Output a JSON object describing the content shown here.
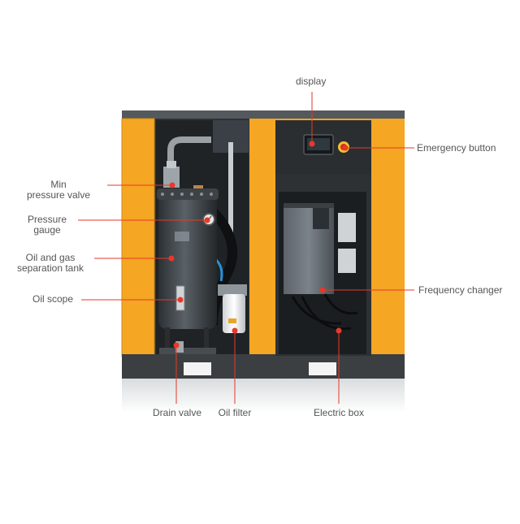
{
  "colors": {
    "accent_red": "#e53a2a",
    "frame_orange": "#f5a623",
    "body_dark": "#3b3f42",
    "label_text": "#555555"
  },
  "labels": {
    "display": "display",
    "emergency_button": "Emergency button",
    "min_pressure_valve_line1": "Min",
    "min_pressure_valve_line2": "pressure valve",
    "pressure_gauge_line1": "Pressure",
    "pressure_gauge_line2": "gauge",
    "separation_tank_line1": "Oil and gas",
    "separation_tank_line2": "separation tank",
    "oil_scope": "Oil scope",
    "frequency_changer": "Frequency changer",
    "drain_valve": "Drain valve",
    "oil_filter": "Oil filter",
    "electric_box": "Electric box"
  }
}
